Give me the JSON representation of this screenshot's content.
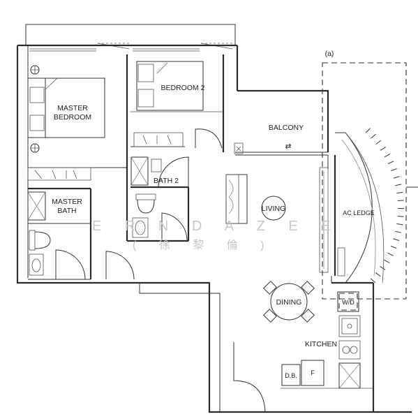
{
  "rooms": {
    "master_bedroom_line1": "MASTER",
    "master_bedroom_line2": "BEDROOM",
    "bedroom2": "BEDROOM 2",
    "balcony": "BALCONY",
    "bath2": "BATH 2",
    "master_bath_line1": "MASTER",
    "master_bath_line2": "BATH",
    "living": "LIVING",
    "ac_ledge": "AC LEDGE",
    "dining": "DINING",
    "kitchen": "KITCHEN"
  },
  "fixtures": {
    "washer_dryer": "W/D",
    "fridge": "F",
    "db": "D.B.",
    "sliding_arrows": "⇄"
  },
  "markers": {
    "section": "(a)"
  },
  "watermark": {
    "line1": "E R N D A Z E E",
    "line2": "( 徐 黎 倫 )"
  }
}
